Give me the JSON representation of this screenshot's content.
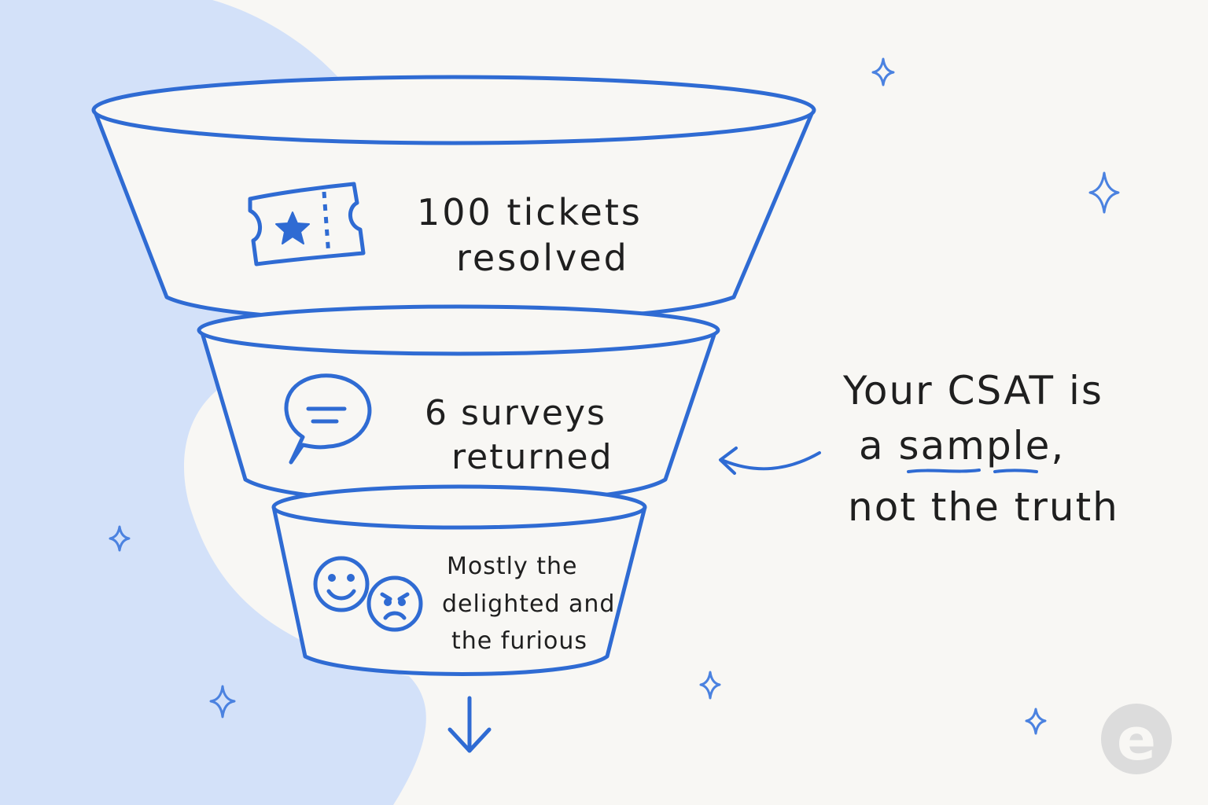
{
  "funnel": {
    "stage1": {
      "line1": "100 tickets",
      "line2": "resolved",
      "icon": "ticket-icon"
    },
    "stage2": {
      "line1": "6 surveys",
      "line2": "returned",
      "icon": "speech-bubble-icon"
    },
    "stage3": {
      "line1": "Mostly the",
      "line2": "delighted and",
      "line3": "the furious",
      "icons": [
        "happy-face-icon",
        "angry-face-icon"
      ]
    }
  },
  "callout": {
    "line1": "Your CSAT is",
    "line2_pre": "a ",
    "line2_emph": "sample",
    "line2_post": ",",
    "line3": "not the truth"
  },
  "logo": {
    "letter": "e"
  },
  "colors": {
    "stroke": "#2f6bd3",
    "blob": "#d3e1f9",
    "background": "#f8f7f4",
    "sparkle": "#4b82e0",
    "logo": "#dcdcdc",
    "text": "#1f1f1f"
  }
}
